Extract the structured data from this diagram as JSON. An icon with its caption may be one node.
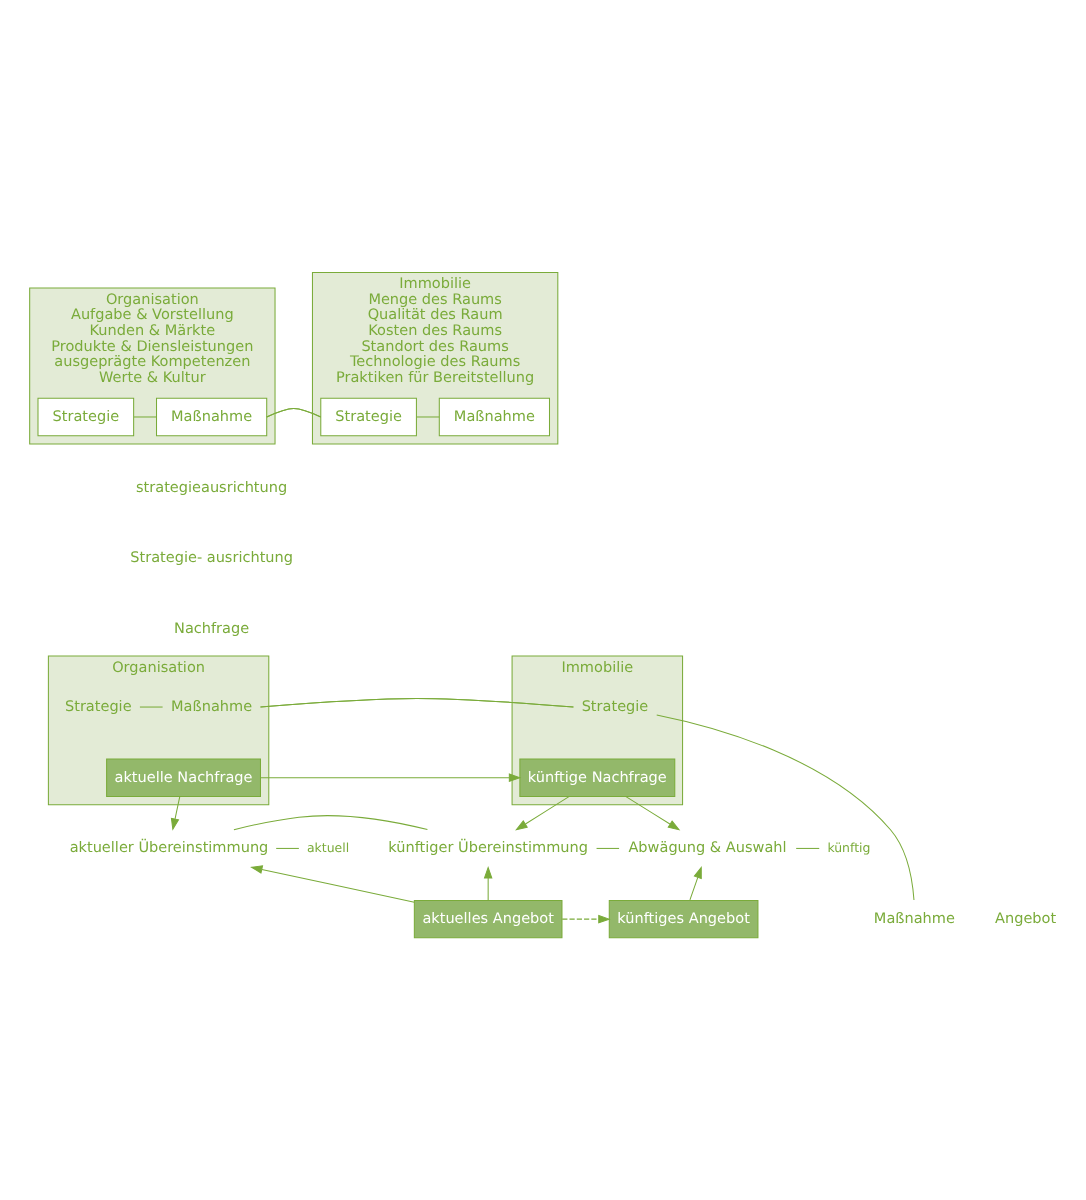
{
  "diagram": {
    "nodes": [
      {
        "text": [
          "Organisation",
          "Aufgabe & Vorstellung",
          "Kunden & Märkte",
          "Produkte & Diensleistungen",
          "ausgeprägte Kompetenzen",
          "Werte & Kultur"
        ]
      },
      {
        "text": [
          "Strategie"
        ],
        "in": 0
      },
      {
        "text": [
          "Maßnahme"
        ],
        "in": 0
      },
      {
        "text": [
          "Immobilie",
          "Menge des Raums",
          "Qualität des Raum",
          "Kosten des Raums",
          "Standort des Raums",
          "Technologie des Raums",
          "Praktiken für Bereitstellung"
        ]
      },
      {
        "text": [
          "Strategie"
        ],
        "in": 3
      },
      {
        "text": [
          "Maßnahme"
        ],
        "in": 3
      },
      {
        "text": [
          "Organisation"
        ]
      },
      {
        "text": [
          "Strategie"
        ],
        "in": 6
      },
      {
        "text": [
          "Maßnahme"
        ],
        "in": 6
      },
      {
        "text": [
          "aktuelle Nachfrage"
        ],
        "in": 6
      },
      {
        "text": [
          "Immobilie"
        ]
      },
      {
        "text": [
          "Strategie"
        ],
        "in": 10
      },
      {
        "text": [
          "künftige Nachfrage"
        ],
        "in": 10
      },
      {
        "text": [
          "aktuell"
        ]
      },
      {
        "text": [
          "aktueller Übereinstimmung"
        ]
      },
      {
        "text": [
          "künftiger Übereinstimmung"
        ]
      },
      {
        "text": [
          "Abwägung & Auswahl"
        ]
      },
      {
        "text": [
          "künftig"
        ]
      },
      {
        "text": [
          "aktuelles Angebot"
        ]
      },
      {
        "text": [
          "künftiges Angebot"
        ]
      },
      {
        "text": [
          "Maßnahme"
        ]
      }
    ],
    "edges": [
      {
        "from": 1,
        "to": 2,
        "arrow": "none"
      },
      {
        "from": 2,
        "to": 4,
        "arrow": "none"
      },
      {
        "from": 4,
        "to": 5,
        "arrow": "none"
      },
      {
        "from": 7,
        "to": 8,
        "arrow": "none"
      },
      {
        "from": 8,
        "to": 11,
        "arrow": "none"
      },
      {
        "from": 9,
        "to": 12,
        "arrow": "to"
      },
      {
        "from": 9,
        "to": 14,
        "arrow": "to"
      },
      {
        "from": 12,
        "to": 15,
        "arrow": "to"
      },
      {
        "from": 12,
        "to": 16,
        "arrow": "to"
      },
      {
        "from": 13,
        "to": 14,
        "arrow": "none"
      },
      {
        "from": 14,
        "to": 15,
        "arrow": "none"
      },
      {
        "from": 15,
        "to": 16,
        "arrow": "none"
      },
      {
        "from": 16,
        "to": 17,
        "arrow": "none"
      },
      {
        "from": 18,
        "to": 14,
        "arrow": "to"
      },
      {
        "from": 18,
        "to": 15,
        "arrow": "to"
      },
      {
        "from": 18,
        "to": 19,
        "arrow": "to",
        "style": "dashed"
      },
      {
        "from": 19,
        "to": 16,
        "arrow": "to"
      },
      {
        "from": 11,
        "to": 20,
        "arrow": "none"
      }
    ],
    "labels": [
      "strategieausrichtung",
      "Strategie- ausrichtung",
      "Nachfrage",
      "Angebot"
    ]
  }
}
